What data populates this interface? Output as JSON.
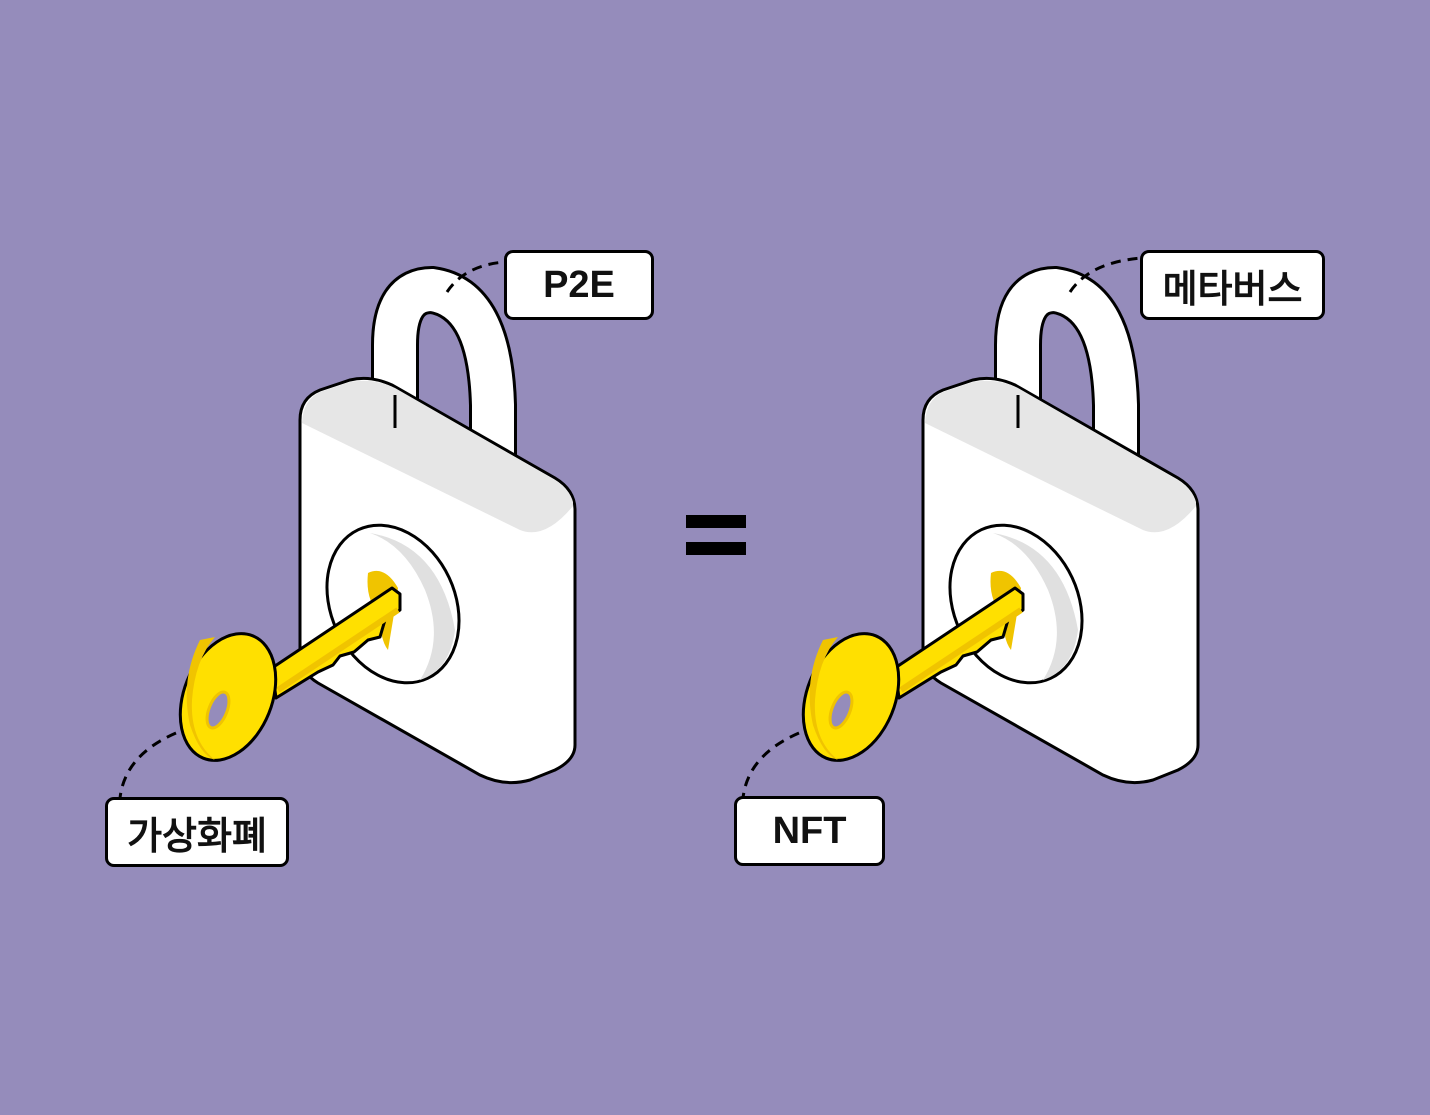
{
  "labels": {
    "left_lock": "P2E",
    "left_key": "가상화폐",
    "right_lock": "메타버스",
    "right_key": "NFT"
  },
  "equals_sign": "=",
  "colors": {
    "background": "#958cbb",
    "key_yellow": "#ffe000",
    "key_shade": "#f0c400",
    "lock_body": "#ffffff",
    "lock_shade": "#e6e6e6",
    "outline": "#000000"
  }
}
